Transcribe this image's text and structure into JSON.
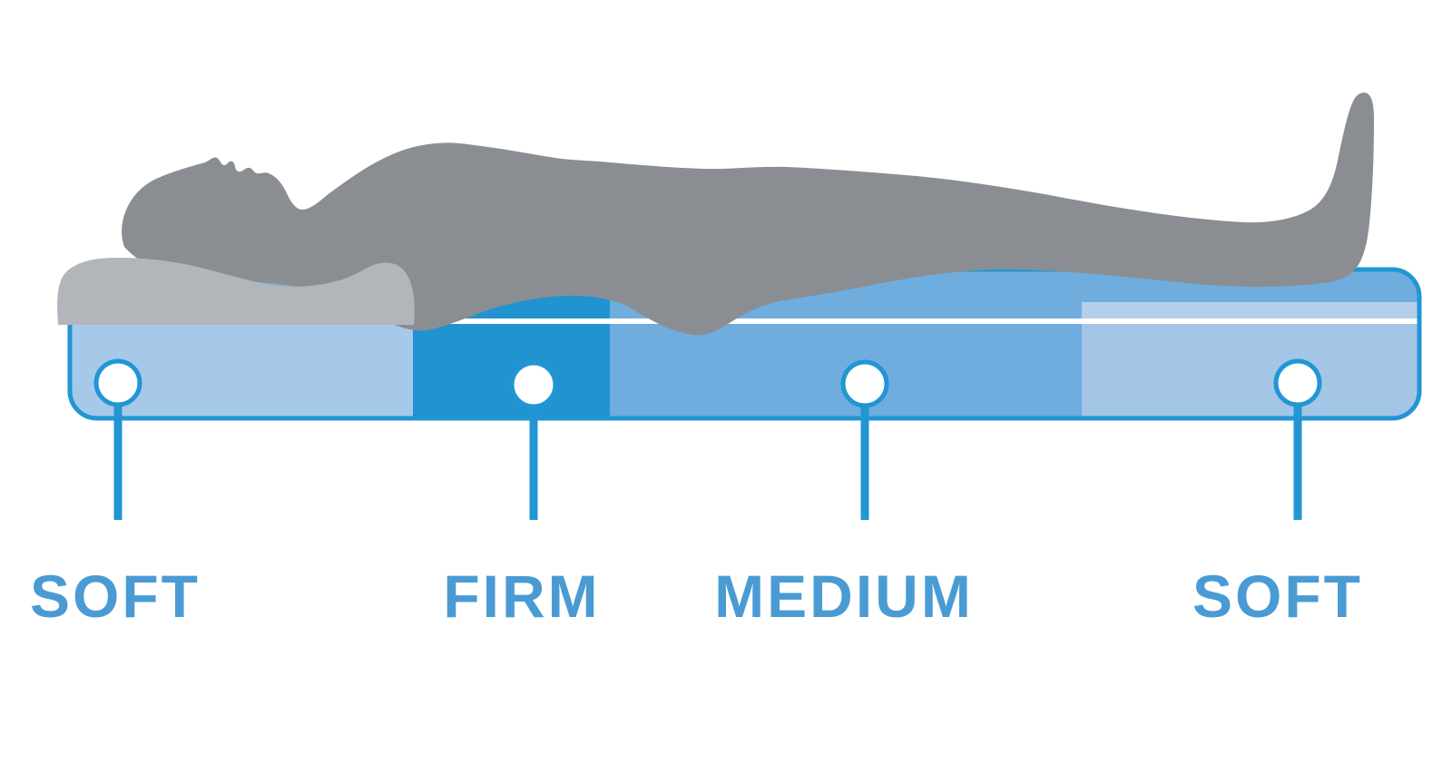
{
  "diagram": {
    "name": "mattress-firmness-zones",
    "background_color": "#ffffff",
    "mattress": {
      "base_color": "#6fadde",
      "outline_color": "#2196d3",
      "seam_line_color": "#ffffff"
    },
    "zones": [
      {
        "label": "SOFT",
        "color": "#a6c9ea"
      },
      {
        "label": "FIRM",
        "color": "#2193d0"
      },
      {
        "label": "MEDIUM",
        "color": "#6fadde"
      },
      {
        "label": "SOFT",
        "color": "#a3c5e6"
      }
    ],
    "right_zone_top_band_color": "#b4cee9",
    "pin": {
      "ring_color": "#2196d3",
      "fill_color": "#ffffff",
      "stem_color": "#2196d3"
    },
    "figure": {
      "body_color": "#8a8e93",
      "pillow_color": "#b2b6bb"
    },
    "label_color": "#4a9bd4"
  }
}
